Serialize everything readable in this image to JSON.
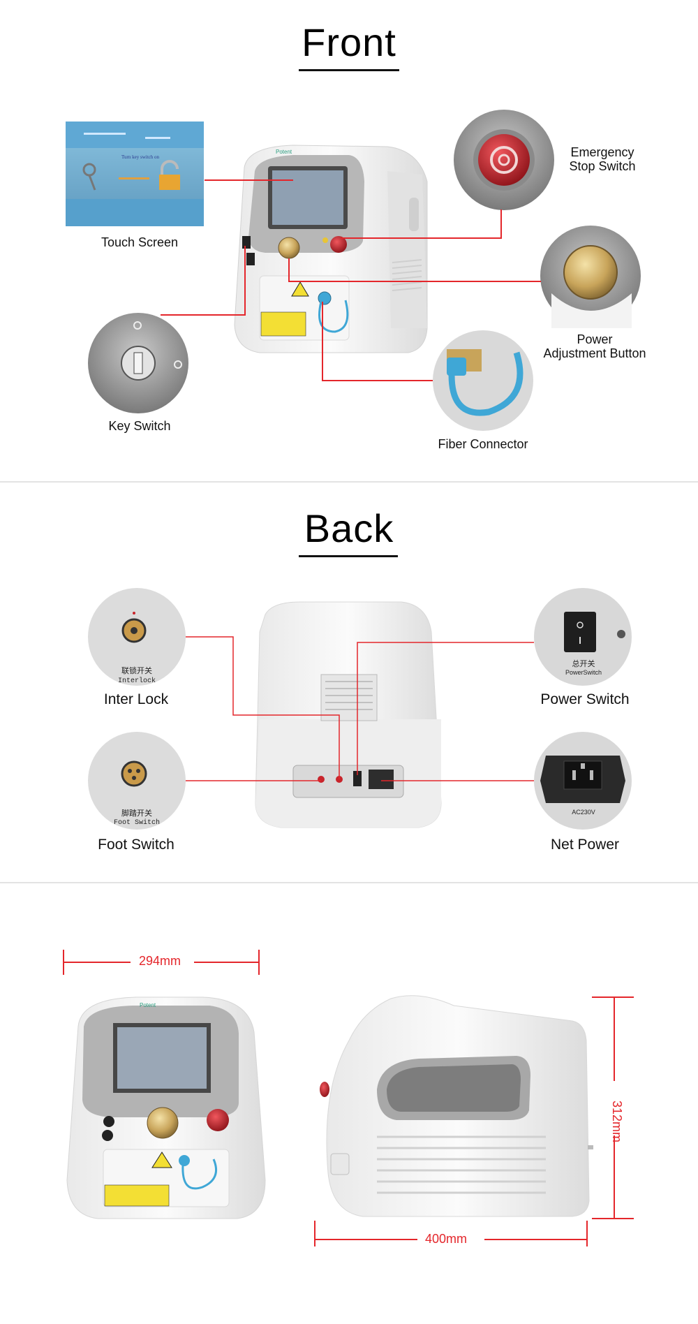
{
  "front": {
    "title": "Front",
    "labels": {
      "touch_screen": "Touch Screen",
      "key_switch": "Key Switch",
      "emergency_stop_l1": "Emergency",
      "emergency_stop_l2": "Stop Switch",
      "power_adjust_l1": "Power",
      "power_adjust_l2": "Adjustment Button",
      "fiber_connector": "Fiber Connector"
    },
    "screen_text": {
      "line1": "Turn key switch on"
    }
  },
  "back": {
    "title": "Back",
    "labels": {
      "inter_lock": "Inter Lock",
      "foot_switch": "Foot Switch",
      "power_switch": "Power  Switch",
      "net_power": "Net Power"
    },
    "port_text": {
      "interlock_cn": "联锁开关",
      "interlock_en": "Interlock",
      "foot_cn": "脚踏开关",
      "foot_en": "Foot Switch",
      "power_cn": "总开关",
      "power_en": "PowerSwitch",
      "ac": "AC230V"
    }
  },
  "dimensions": {
    "width": "294mm",
    "height": "312mm",
    "depth": "400mm"
  },
  "brand": "Potent",
  "colors": {
    "leader_line": "#e4262b",
    "device_white": "#f2f2f2",
    "panel_gray": "#b9b9b9",
    "screen_blue": "#6fa9c9",
    "brass": "#c8a45a",
    "estop_red": "#c8242b"
  }
}
